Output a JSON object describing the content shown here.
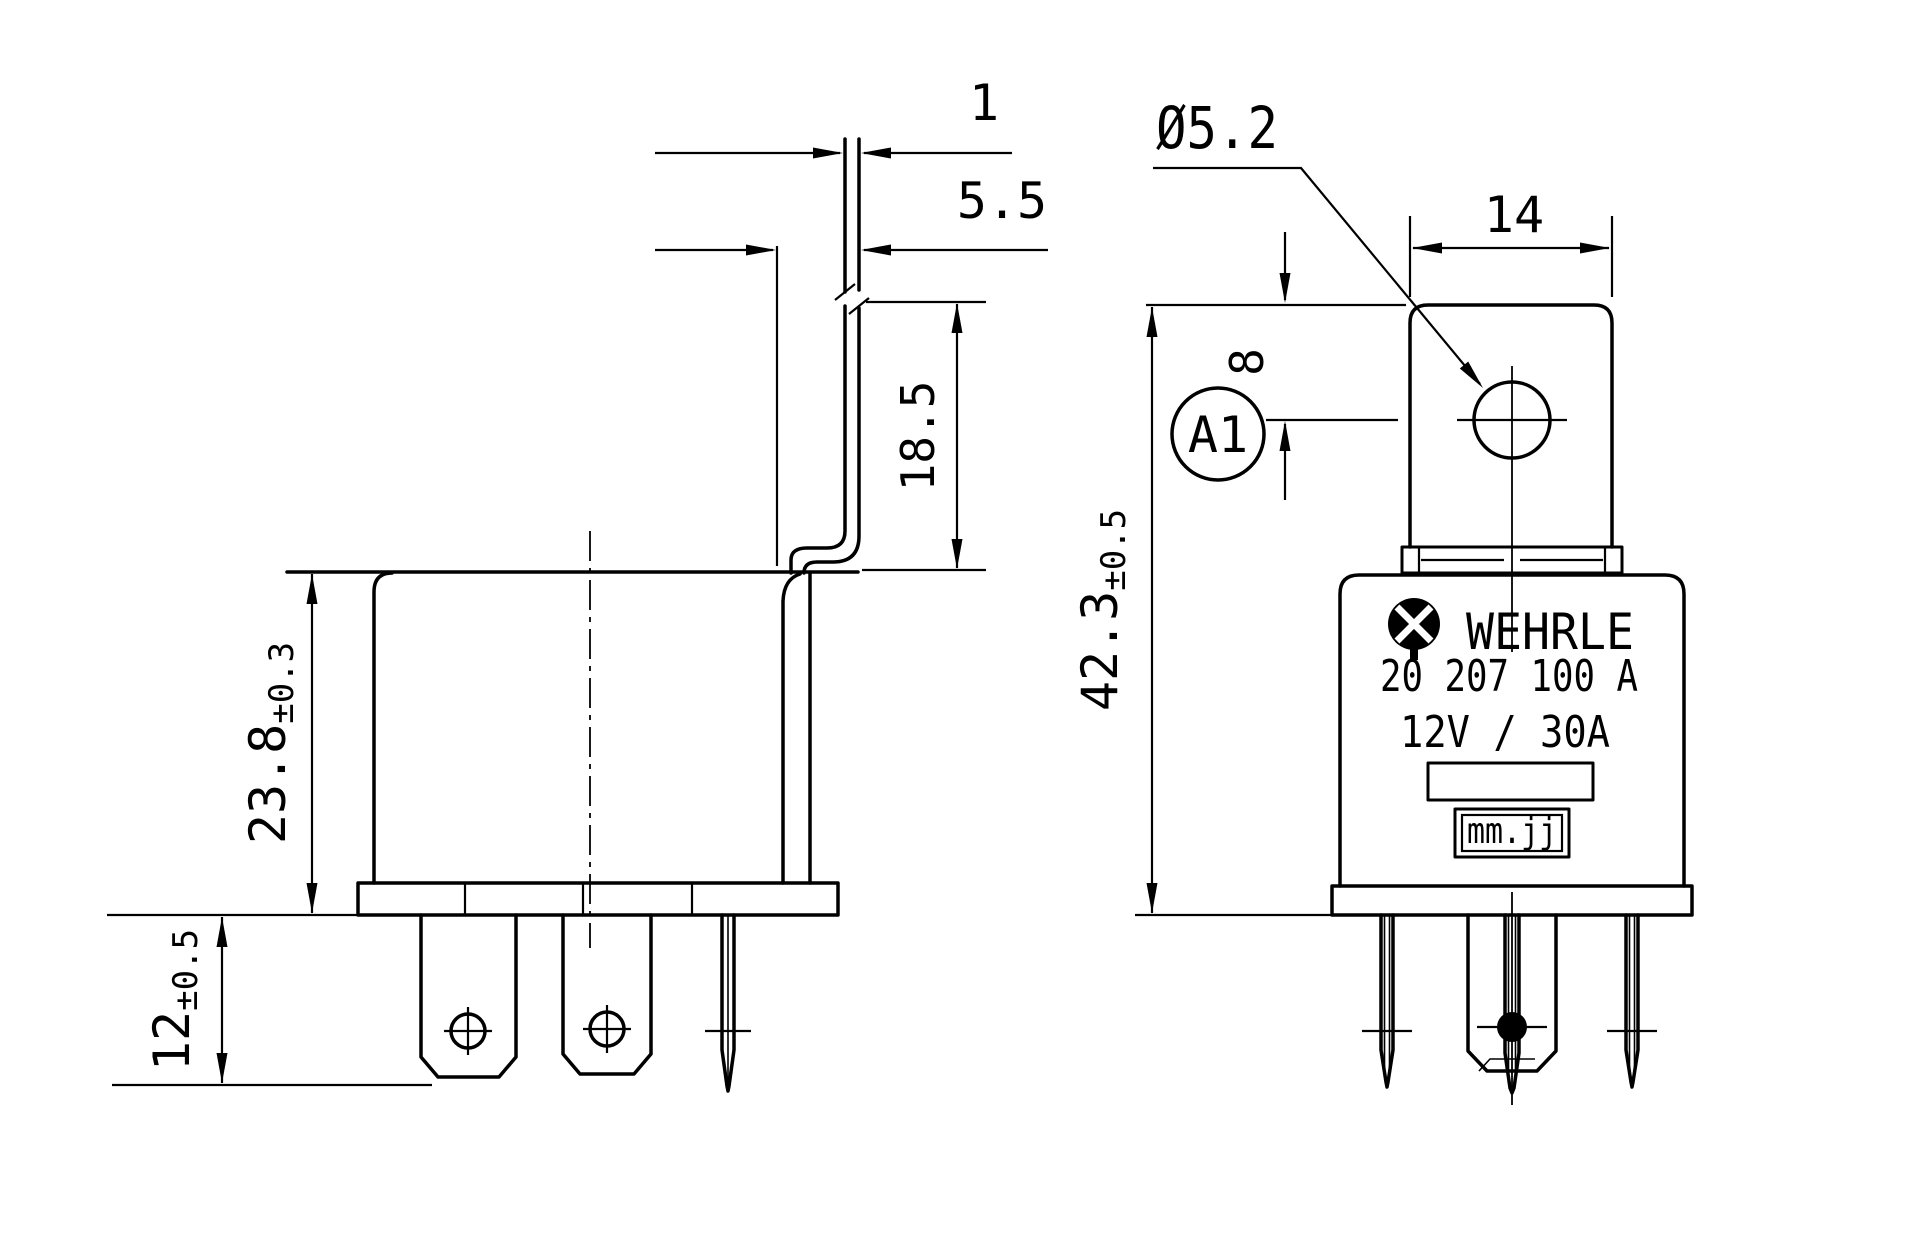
{
  "drawing": {
    "side_view": {
      "dim_tab_thickness": "1",
      "dim_tab_offset": "5.5",
      "dim_bracket_height": "18.5",
      "dim_body_height": "23.8",
      "dim_body_height_tol": "±0.3",
      "dim_pin_length": "12",
      "dim_pin_length_tol": "±0.5"
    },
    "front_view": {
      "dim_hole_diameter": "Ø5.2",
      "dim_bracket_width": "14",
      "dim_hole_offset": "8",
      "dim_total_height": "42.3",
      "dim_total_height_tol": "±0.5",
      "terminal_label": "A1",
      "label": {
        "brand": "WEHRLE",
        "part_number": "20 207 100 A",
        "rating": "12V / 30A",
        "date_code": "mm.jj"
      }
    },
    "colors": {
      "line": "#000000",
      "background": "#ffffff"
    }
  }
}
